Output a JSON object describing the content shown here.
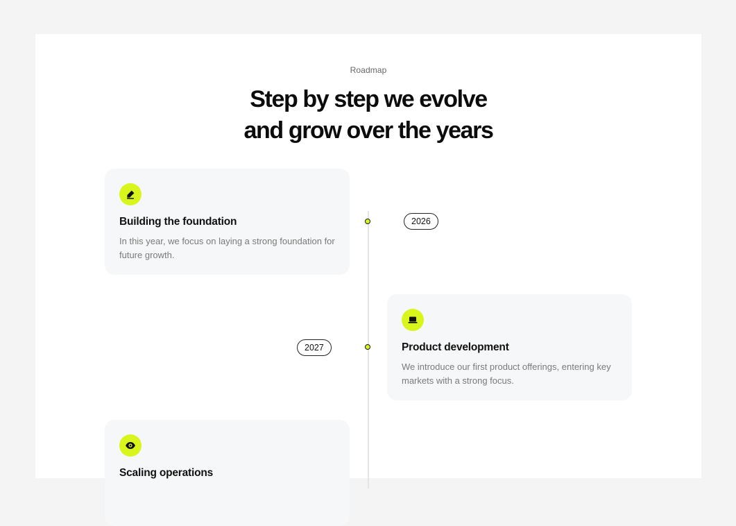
{
  "section": {
    "eyebrow": "Roadmap",
    "headline_line1": "Step by step we evolve",
    "headline_line2": "and grow over the years"
  },
  "timeline": [
    {
      "year": "2026",
      "title": "Building the foundation",
      "text": "In this year, we focus on laying a strong foundation for future growth.",
      "icon": "pencil-icon"
    },
    {
      "year": "2027",
      "title": "Product development",
      "text": "We introduce our first product offerings, entering key markets with a strong focus.",
      "icon": "laptop-icon"
    },
    {
      "year": "",
      "title": "Scaling operations",
      "text": "",
      "icon": "eye-icon"
    }
  ],
  "colors": {
    "accent": "#d8f51c",
    "card_bg": "#f6f7f8",
    "page_bg": "#f4f4f4"
  }
}
